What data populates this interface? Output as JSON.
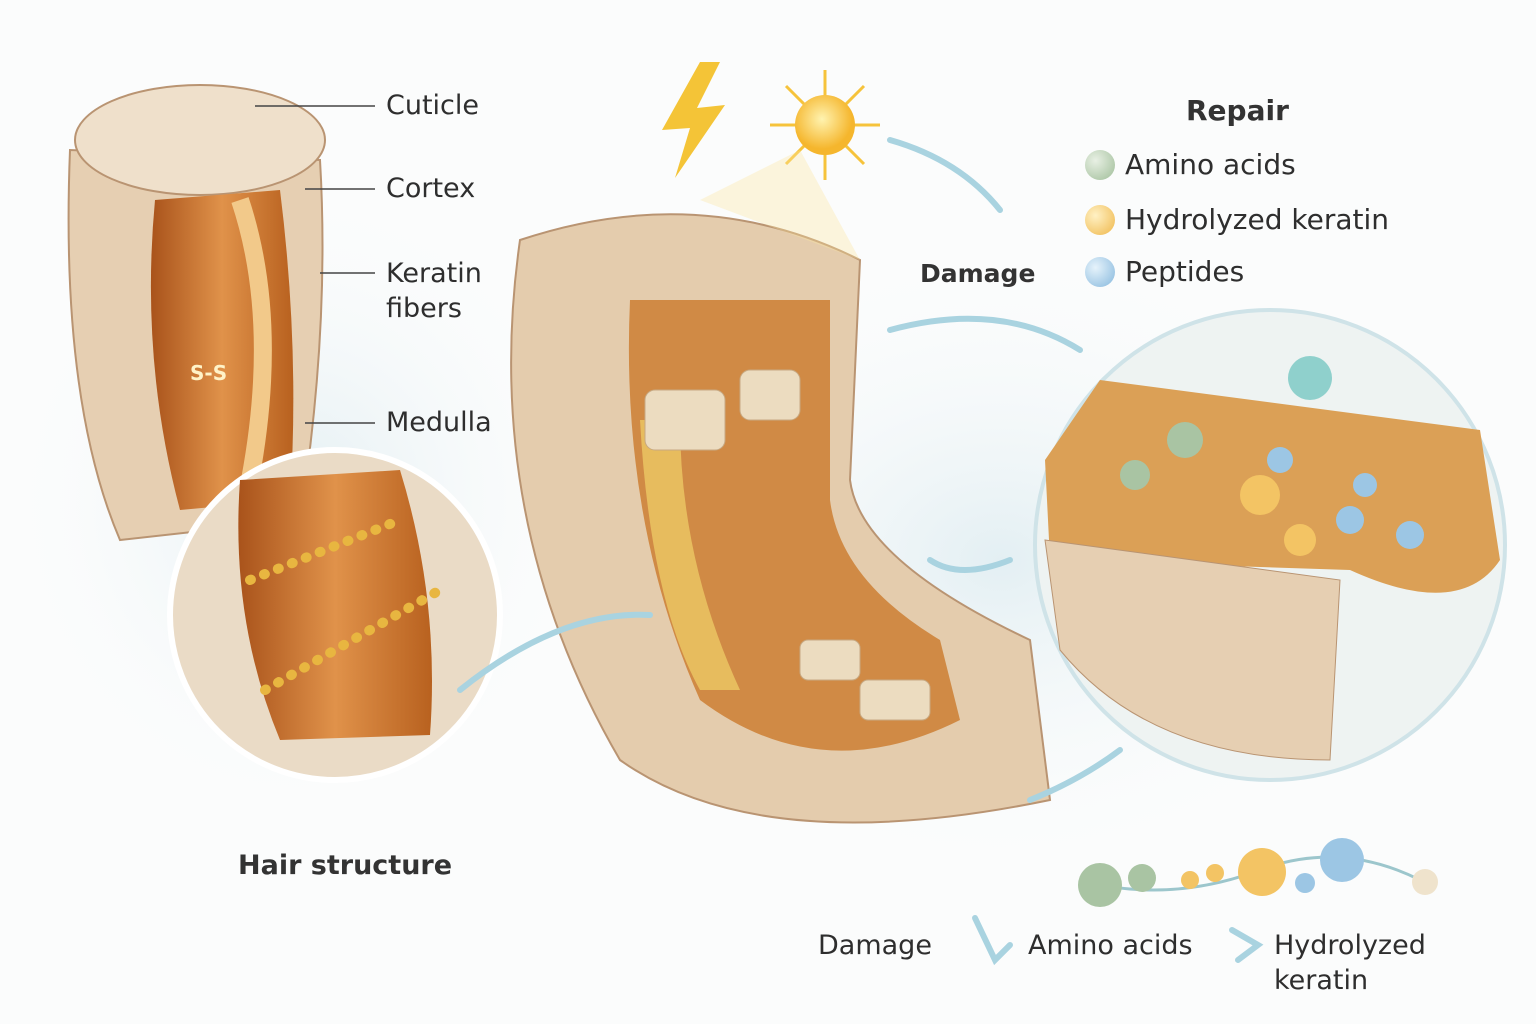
{
  "labels": {
    "cuticle": "Cuticle",
    "cortex": "Cortex",
    "keratin_fibers_line1": "Keratin",
    "keratin_fibers_line2": "fibers",
    "medulla": "Medulla",
    "hair_structure": "Hair structure",
    "damage": "Damage",
    "bond_label": "S-S"
  },
  "legend": {
    "title": "Repair",
    "items": [
      {
        "label": "Amino acids",
        "color": "#a9c4a3"
      },
      {
        "label": "Hydrolyzed keratin",
        "color": "#f3c464"
      },
      {
        "label": "Peptides",
        "color": "#9cc6e4"
      }
    ]
  },
  "flow": {
    "step1": "Damage",
    "step2": "Amino acids",
    "step3_line1": "Hydrolyzed",
    "step3_line2": "keratin"
  },
  "colors": {
    "fiber": "#c8722c",
    "cuticle": "#e9d3b8",
    "arrow": "#a9d3e0",
    "sun": "#f6c33b"
  }
}
